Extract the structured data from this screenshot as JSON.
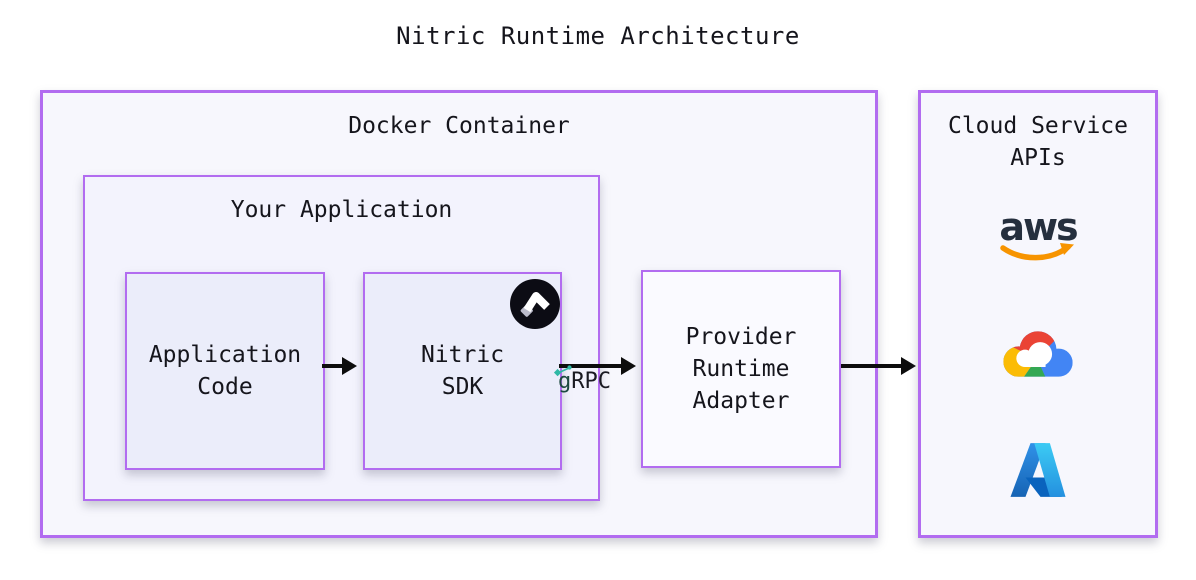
{
  "title": "Nitric Runtime Architecture",
  "docker_container": {
    "label": "Docker Container"
  },
  "your_application": {
    "label": "Your Application"
  },
  "application_code": {
    "line1": "Application",
    "line2": "Code"
  },
  "nitric_sdk": {
    "line1": "Nitric",
    "line2": "SDK",
    "logo_icon": "nitric-logo"
  },
  "provider_adapter": {
    "line1": "Provider",
    "line2": "Runtime",
    "line3": "Adapter"
  },
  "grpc": {
    "g": "g",
    "rpc": "RPC"
  },
  "cloud_apis": {
    "line1": "Cloud Service",
    "line2": "APIs",
    "aws_label": "aws",
    "logos": [
      "aws-logo",
      "google-cloud-logo",
      "azure-logo"
    ]
  },
  "colors": {
    "border_purple": "#b26cf0",
    "arrow_black": "#0d0d0d",
    "grpc_teal": "#2fb8a5",
    "nitric_circle": "#0c0c14",
    "aws_navy": "#252f3e",
    "aws_orange": "#f79400",
    "gcp_blue": "#4285f4",
    "gcp_red": "#ea4335",
    "gcp_yellow": "#fbbc05",
    "gcp_green": "#34a853",
    "azure_blue_dark": "#1663b4",
    "azure_blue_light": "#3ccbf4"
  }
}
